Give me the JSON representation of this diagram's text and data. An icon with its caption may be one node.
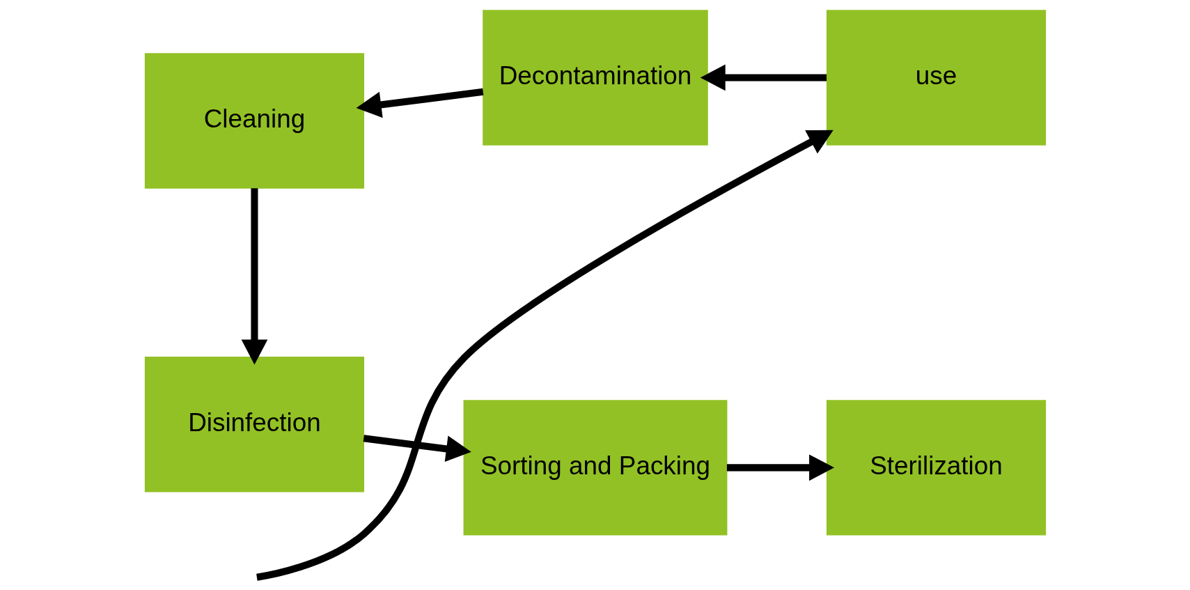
{
  "diagram": {
    "nodes": [
      {
        "text": [
          "Cleaning"
        ]
      },
      {
        "text": [
          "Decontamination"
        ]
      },
      {
        "text": [
          "use"
        ]
      },
      {
        "text": [
          "Disinfection"
        ]
      },
      {
        "text": [
          "Sorting and Packing"
        ]
      },
      {
        "text": [
          "Sterilization"
        ]
      }
    ],
    "edges": [
      {
        "from": 2,
        "to": 1,
        "arrow": "to"
      },
      {
        "from": 1,
        "to": 0,
        "arrow": "to"
      },
      {
        "from": 0,
        "to": 3,
        "arrow": "to"
      },
      {
        "from": 3,
        "to": 4,
        "arrow": "to"
      },
      {
        "from": 4,
        "to": 5,
        "arrow": "to"
      },
      {
        "from": null,
        "to": 2,
        "arrow": "to"
      }
    ]
  }
}
